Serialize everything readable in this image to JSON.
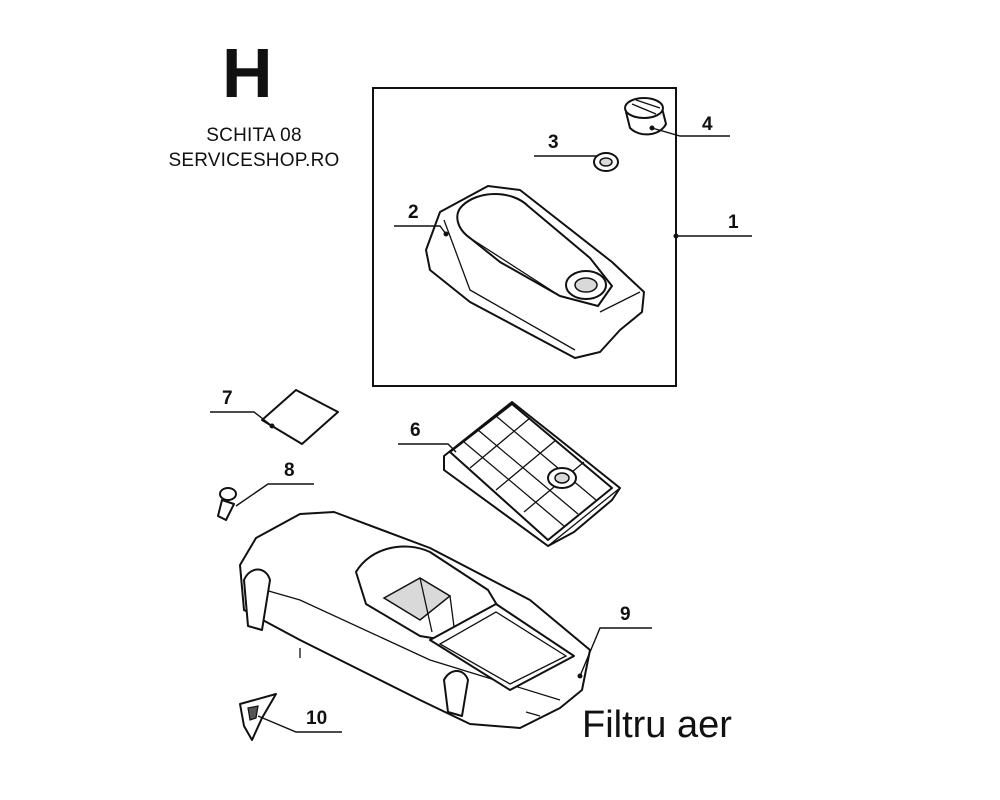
{
  "header": {
    "section_letter": "H",
    "sheet_code": "SCHITA 08",
    "shop_name": "SERVICESHOP.RO"
  },
  "title": "Filtru aer",
  "callouts": [
    "1",
    "2",
    "3",
    "4",
    "6",
    "7",
    "8",
    "9",
    "10"
  ],
  "colors": {
    "line": "#111111",
    "background": "#ffffff",
    "shade": "#d9d9d9"
  }
}
